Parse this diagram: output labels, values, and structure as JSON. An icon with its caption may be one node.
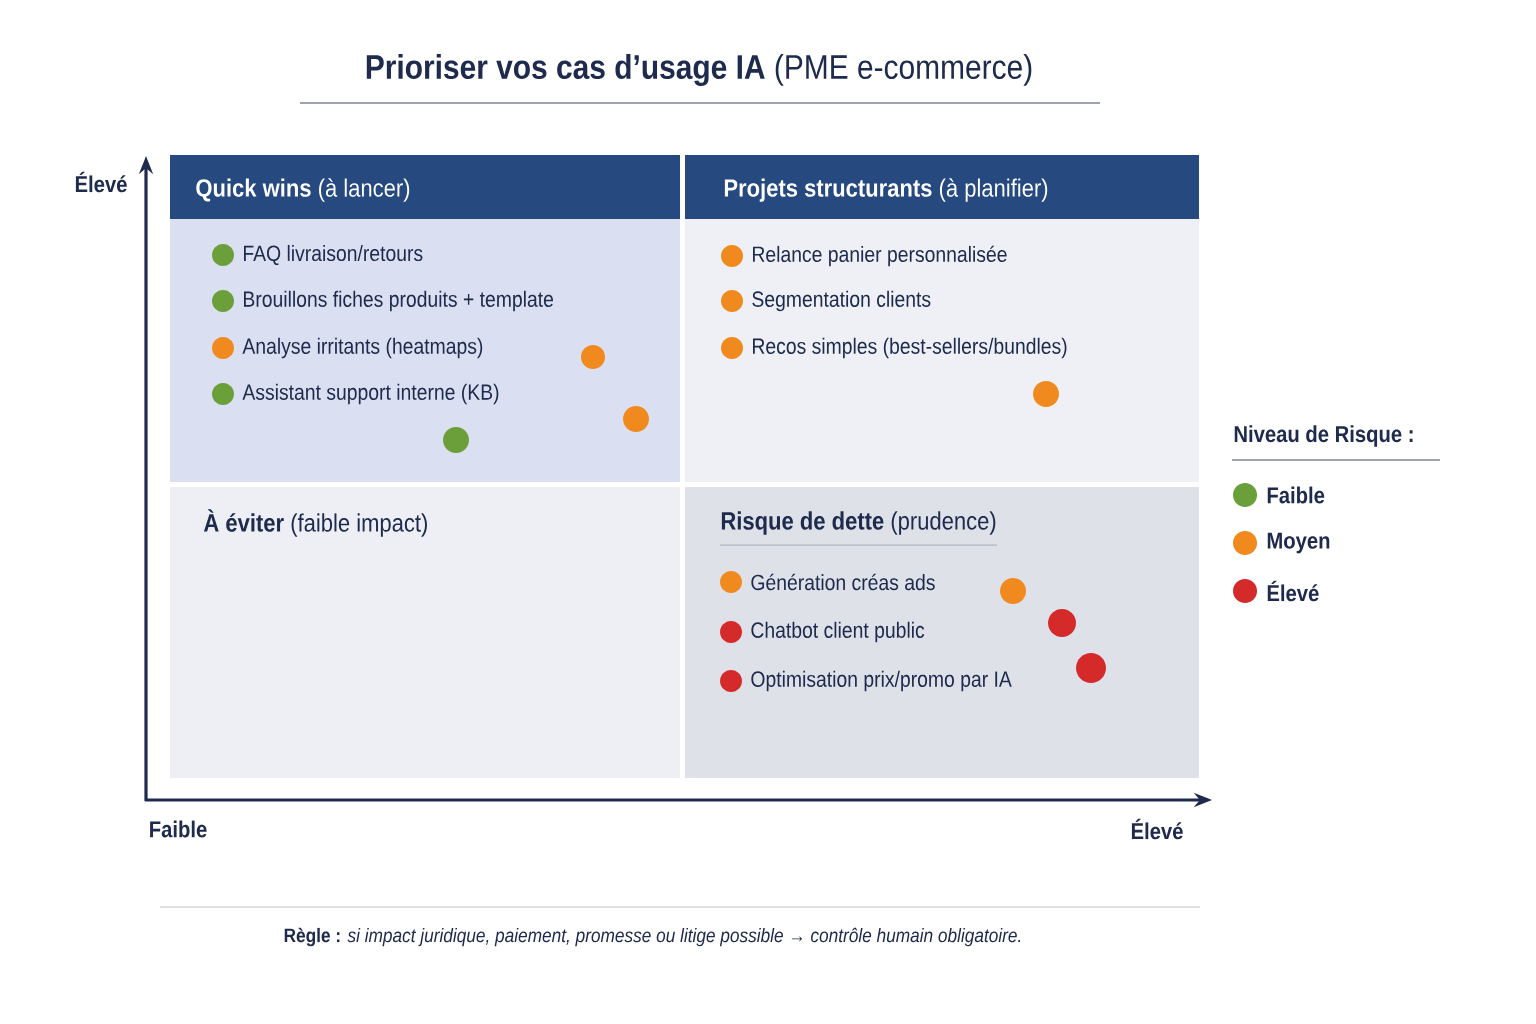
{
  "diagram": {
    "title": "**Prioriser vos cas d’usage IA** (PME e-commerce)",
    "nodes": [
      {
        "text": [
          "**Quick wins** (à lancer)"
        ]
      },
      {
        "text": [
          "FAQ livraison/retours"
        ],
        "in": 0
      },
      {
        "text": [
          "Brouillons fiches produits + template"
        ],
        "in": 0
      },
      {
        "text": [
          "Analyse irritants (heatmaps)"
        ],
        "in": 0
      },
      {
        "text": [
          "Assistant support interne (KB)"
        ],
        "in": 0
      },
      {
        "text": [],
        "shape": "circle",
        "in": 0
      },
      {
        "text": [],
        "shape": "circle",
        "in": 0
      },
      {
        "text": [],
        "shape": "circle",
        "in": 0
      },
      {
        "text": [
          "**Projets structurants** (à planifier)"
        ]
      },
      {
        "text": [
          "Relance panier personnalisée"
        ],
        "in": 8
      },
      {
        "text": [
          "Segmentation clients"
        ],
        "in": 8
      },
      {
        "text": [
          "Recos simples (best-sellers/bundles)"
        ],
        "in": 8
      },
      {
        "text": [],
        "shape": "circle",
        "in": 8
      },
      {
        "text": [
          "**À éviter** (faible impact)"
        ]
      },
      {
        "text": [
          "**Risque de dette** (prudence)"
        ]
      },
      {
        "text": [
          "Génération créas ads"
        ],
        "in": 14
      },
      {
        "text": [
          "Chatbot client public"
        ],
        "in": 14
      },
      {
        "text": [
          "Optimisation prix/promo par IA"
        ],
        "in": 14
      },
      {
        "text": [],
        "shape": "circle",
        "in": 14
      },
      {
        "text": [],
        "shape": "circle",
        "in": 14
      },
      {
        "text": [],
        "shape": "circle",
        "in": 14
      }
    ],
    "labels": [
      "Élevé",
      "Niveau de Risque :",
      "Faible",
      "Élevé"
    ],
    "legend": [
      {
        "text": "Faible",
        "color": "#6a9f3a"
      },
      {
        "text": "Moyen",
        "color": "#f08a1e"
      },
      {
        "text": "Élevé",
        "color": "#d42a2a"
      }
    ],
    "caption": "**Règle :** *si impact juridique, paiement, promesse ou litige possible → contrôle humain obligatoire.*"
  }
}
